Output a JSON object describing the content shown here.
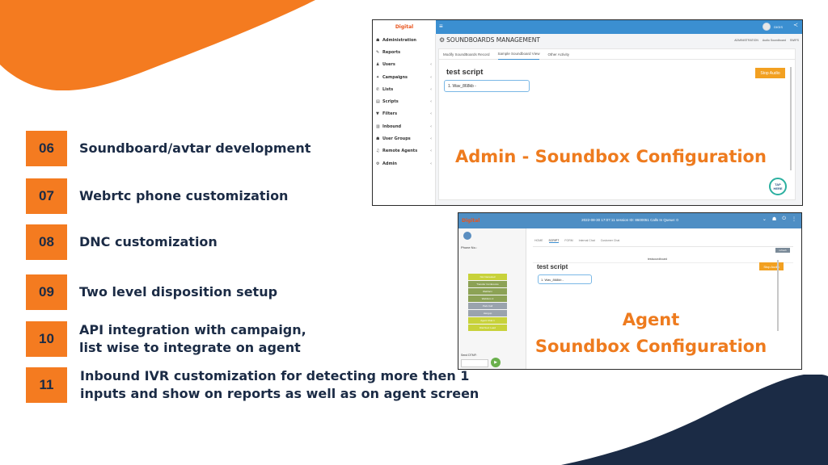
{
  "colors": {
    "accent": "#f47b20",
    "navy": "#1b2b45",
    "header_blue": "#3b8fd1",
    "overlay_text": "#ee7b1e"
  },
  "features": [
    {
      "num": "06",
      "lines": [
        "Soundboard/avtar development"
      ]
    },
    {
      "num": "07",
      "lines": [
        "Webrtc phone customization"
      ]
    },
    {
      "num": "08",
      "lines": [
        "DNC customization"
      ]
    },
    {
      "num": "09",
      "lines": [
        "Two level disposition setup"
      ]
    },
    {
      "num": "10",
      "lines": [
        "API integration with campaign,",
        "list wise to integrate on agent"
      ]
    },
    {
      "num": "11",
      "lines": [
        "Inbound IVR customization for detecting more then 1",
        "inputs and show on reports as well as on agent screen"
      ]
    }
  ],
  "admin": {
    "logo_text": "Digital",
    "user_name": "DIGIS",
    "sidebar": [
      {
        "icon": "users-icon",
        "glyph": "☗",
        "label": "Administration",
        "chevron": false
      },
      {
        "icon": "reports-icon",
        "glyph": "✎",
        "label": "Reports",
        "chevron": false
      },
      {
        "icon": "user-icon",
        "glyph": "♟",
        "label": "Users",
        "chevron": true
      },
      {
        "icon": "megaphone-icon",
        "glyph": "✦",
        "label": "Campaigns",
        "chevron": true
      },
      {
        "icon": "phone-icon",
        "glyph": "✆",
        "label": "Lists",
        "chevron": true
      },
      {
        "icon": "document-icon",
        "glyph": "▤",
        "label": "Scripts",
        "chevron": true
      },
      {
        "icon": "filter-icon",
        "glyph": "▼",
        "label": "Filters",
        "chevron": true
      },
      {
        "icon": "bar-chart-icon",
        "glyph": "▥",
        "label": "Inbound",
        "chevron": true
      },
      {
        "icon": "group-icon",
        "glyph": "☗",
        "label": "User Groups",
        "chevron": true
      },
      {
        "icon": "headset-icon",
        "glyph": "♫",
        "label": "Remote Agents",
        "chevron": true
      },
      {
        "icon": "gear-icon",
        "glyph": "⚙",
        "label": "Admin",
        "chevron": true
      }
    ],
    "page_title": "SOUNDBOARDS MANAGEMENT",
    "breadcrumb": [
      "ADMINISTRATION",
      "Audio Soundboard",
      "SWIFS"
    ],
    "tabs": [
      "Modify SoundBoards Record",
      "Sample Soundboard View",
      "Other Activity"
    ],
    "active_tab": 1,
    "script_title": "test script",
    "audio_item": "1. Wav_868kb -",
    "stop_button": "Stop Audio",
    "tap_here": "TAP HERE",
    "overlay": "Admin - Soundbox Configuration"
  },
  "agent": {
    "logo_text": "Digital",
    "session_text": "2022-08-30 17:07:11 session ID: 8600051   Calls In Queue: 0",
    "phone_label": "Phone No.:",
    "tabs": [
      "HOME",
      "SCRIPT",
      "FORM",
      "Internal Chat",
      "Customer Chat"
    ],
    "active_tab": 1,
    "refresh_label": "refresh",
    "soundboard_label": "testsoundboard",
    "script_title": "test script",
    "audio_item": "1. Wav_868kb -",
    "stop_button": "Stop Audio",
    "dispositions": [
      {
        "label": "Not Interested",
        "color": "#c8d23a"
      },
      {
        "label": "Transfer Conference",
        "color": "#8ca255"
      },
      {
        "label": "Webform",
        "color": "#8ca255"
      },
      {
        "label": "Webform 2",
        "color": "#8ca255"
      },
      {
        "label": "Park Call",
        "color": "#9aa3ad"
      },
      {
        "label": "Hangup",
        "color": "#9aa3ad"
      },
      {
        "label": "Agent Chat 1",
        "color": "#c8d23a"
      },
      {
        "label": "Dial Next Lead",
        "color": "#c8d23a"
      }
    ],
    "send_label": "Send DTMF:",
    "overlay_line1": "Agent",
    "overlay_line2": "Soundbox Configuration"
  }
}
